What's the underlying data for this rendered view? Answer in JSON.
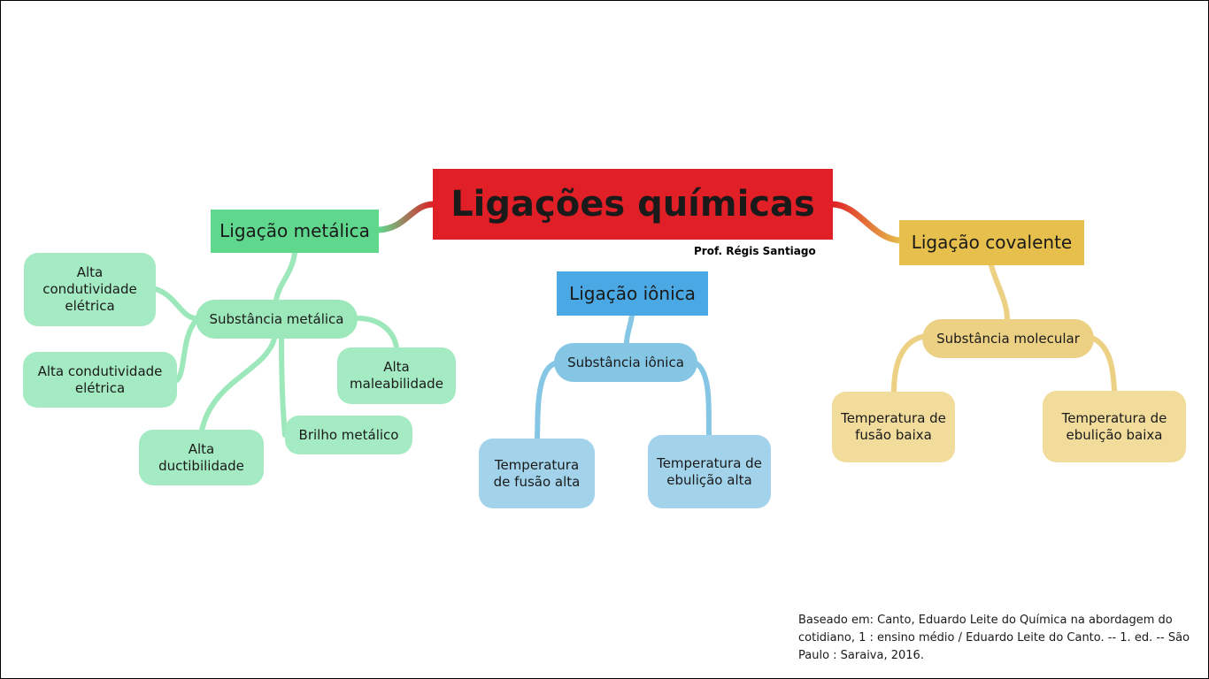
{
  "colors": {
    "root": "#e01f26",
    "metalic": "#5fd88e",
    "ionic": "#4aa9e4",
    "covalent": "#e6bf4c"
  },
  "root": {
    "label": "Ligações químicas"
  },
  "author": "Prof. Régis Santiago",
  "metalic": {
    "label": "Ligação metálica",
    "substance": "Substância metálica",
    "properties": [
      "Alta condutividade elétrica",
      "Alta condutividade elétrica",
      "Alta ductibilidade",
      "Brilho metálico",
      "Alta maleabilidade"
    ]
  },
  "ionic": {
    "label": "Ligação iônica",
    "substance": "Substância iônica",
    "properties": [
      "Temperatura de fusão alta",
      "Temperatura de ebulição alta"
    ]
  },
  "covalent": {
    "label": "Ligação covalente",
    "substance": "Substância molecular",
    "properties": [
      "Temperatura de fusão baixa",
      "Temperatura de ebulição baixa"
    ]
  },
  "source": "Baseado em: Canto, Eduardo Leite do Química na abordagem do cotidiano, 1 : ensino médio / Eduardo Leite do Canto. -- 1. ed. -- São Paulo : Saraiva, 2016."
}
